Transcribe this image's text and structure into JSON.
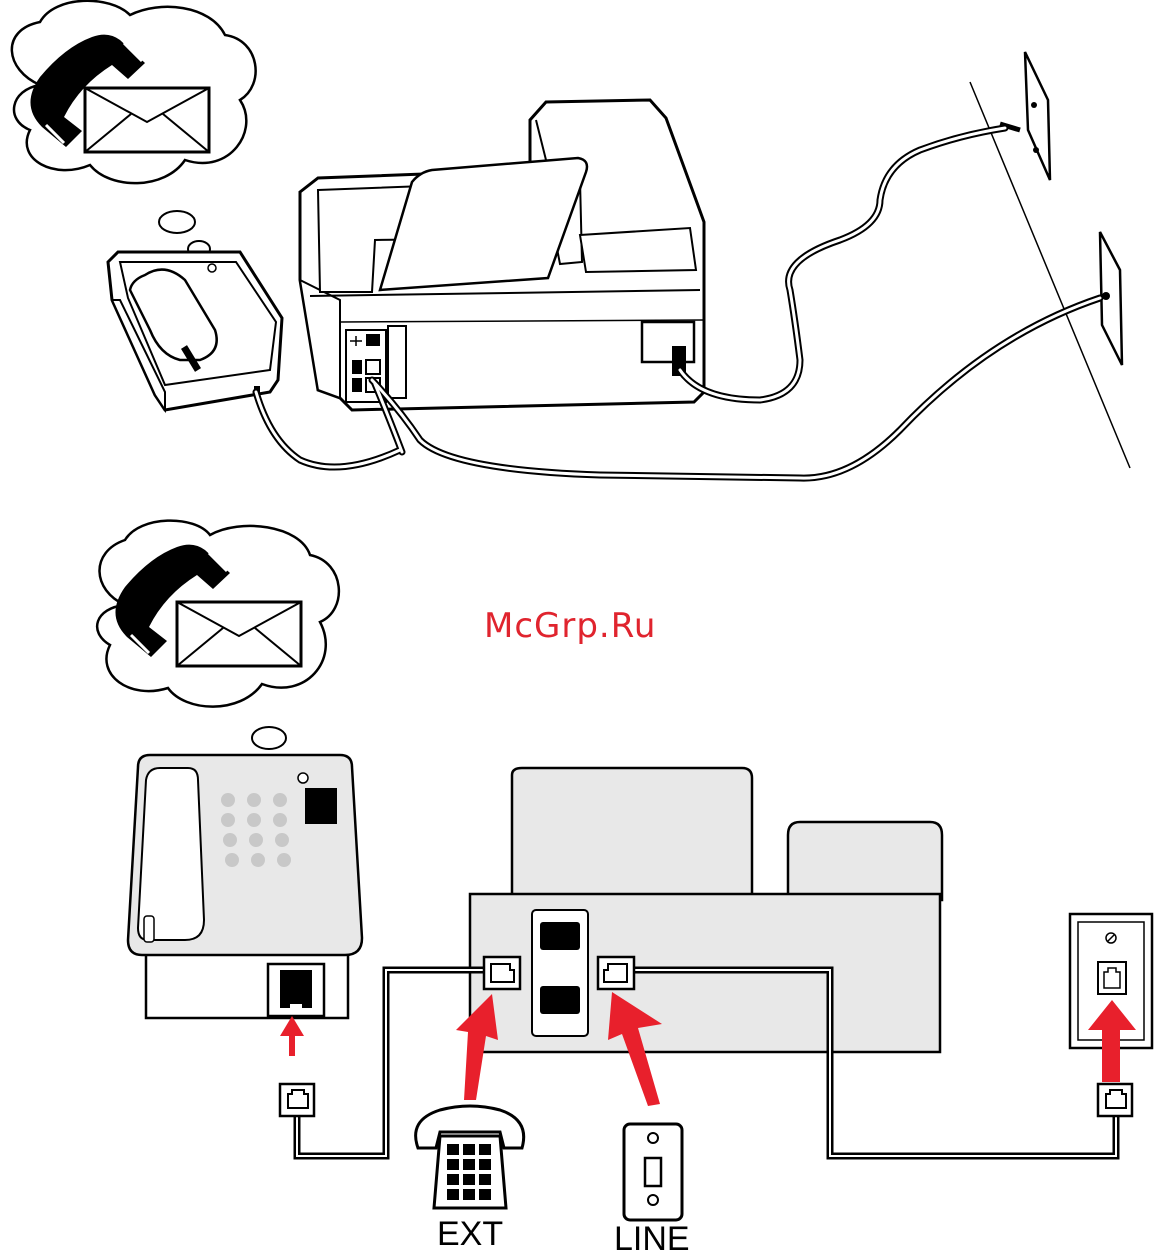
{
  "watermark": "McGrp.Ru",
  "labels": {
    "ext": "EXT",
    "line": "LINE"
  },
  "colors": {
    "arrow": "#e8202c",
    "ink": "#000000",
    "shade": "#e8e8e8",
    "watermark": "#e0242e"
  },
  "icons": [
    "phone-handset-icon",
    "envelope-icon",
    "thought-bubble-icon",
    "usb-icon",
    "telephone-jack-icon"
  ]
}
